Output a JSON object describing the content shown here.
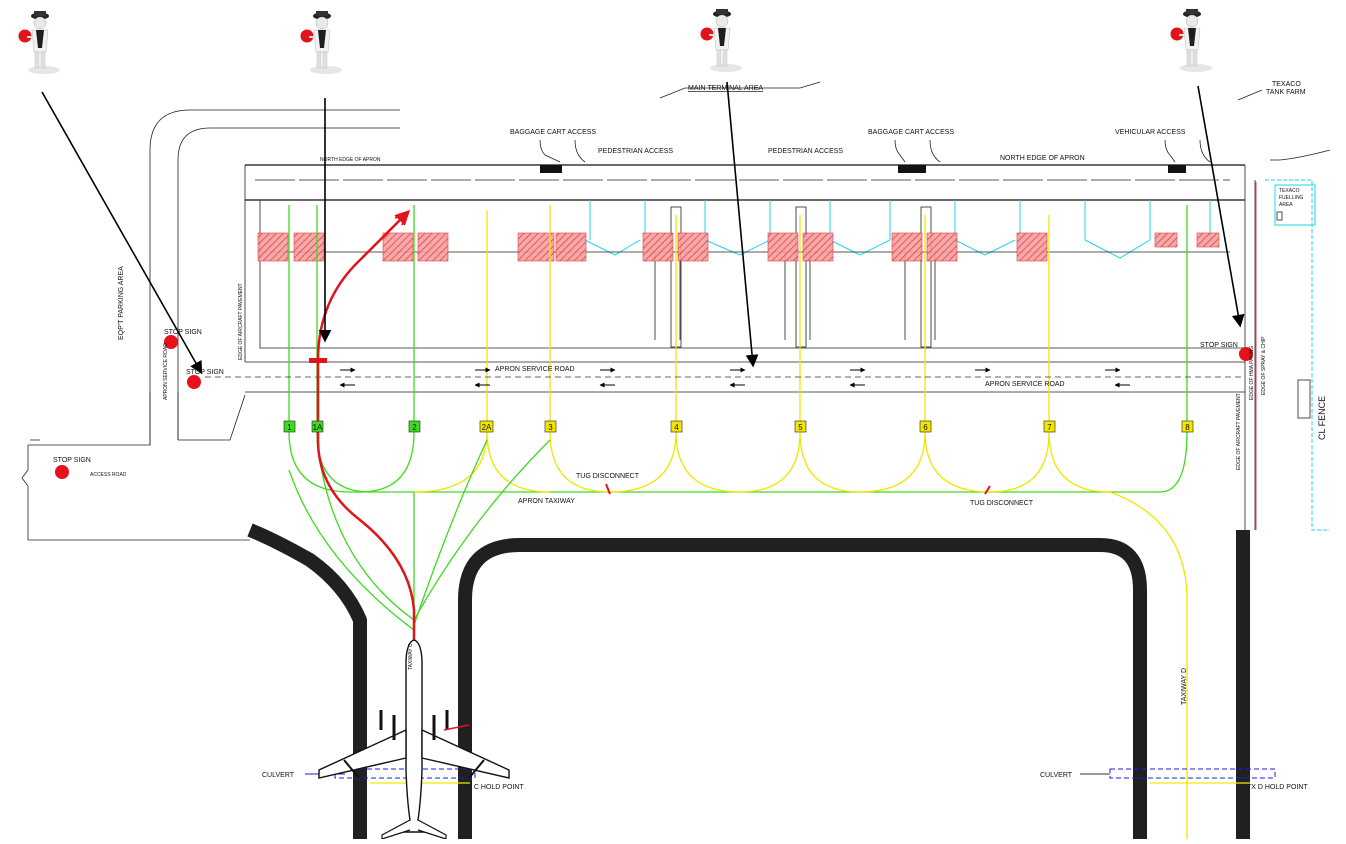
{
  "labels": {
    "main_terminal": "MAIN TERMINAL AREA",
    "texaco_tank_farm_1": "TEXACO",
    "texaco_tank_farm_2": "TANK FARM",
    "baggage_cart_access_1": "BAGGAGE CART ACCESS",
    "baggage_cart_access_2": "BAGGAGE CART ACCESS",
    "pedestrian_access_1": "PEDESTRIAN ACCESS",
    "pedestrian_access_2": "PEDESTRIAN ACCESS",
    "vehicular_access": "VEHICULAR ACCESS",
    "north_edge_apron_1": "NORTH EDGE OF APRON",
    "north_edge_apron_2": "NORTH EDGE OF APRON",
    "texaco_fuelling_1": "TEXACO",
    "texaco_fuelling_2": "FUELLING",
    "texaco_fuelling_3": "AREA",
    "eqpt_parking": "EQP'T PARKING AREA",
    "apron_service_road_side": "APRON SERVICE ROAD",
    "edge_aircraft_pavement_left": "EDGE OF AIRCRAFT PAVEMENT",
    "edge_aircraft_pavement_right": "EDGE OF AIRCRAFT PAVEMENT",
    "edge_of_hma_paving": "EDGE OF HMA PAVING",
    "edge_of_spray_chip": "EDGE OF SPRAY & CHIP",
    "stop_sign_1": "STOP SIGN",
    "stop_sign_2": "STOP SIGN",
    "stop_sign_3": "STOP SIGN",
    "stop_sign_4": "STOP SIGN",
    "access_road": "ACCESS ROAD",
    "apron_service_road_1": "APRON SERVICE ROAD",
    "apron_service_road_2": "APRON SERVICE ROAD",
    "tug_disconnect_1": "TUG DISCONNECT",
    "tug_disconnect_2": "TUG DISCONNECT",
    "apron_taxiway": "APRON TAXIWAY",
    "cl_fence": "CL FENCE",
    "taxiway_c": "TAXIWAY C",
    "taxiway_d": "TAXIWAY D",
    "culvert_1": "CULVERT",
    "culvert_2": "CULVERT",
    "tx_c_hold": "TX C HOLD POINT",
    "tx_d_hold": "TX D HOLD POINT"
  },
  "stands": [
    {
      "label": "1",
      "color": "#3ddc1f"
    },
    {
      "label": "1A",
      "color": "#3ddc1f"
    },
    {
      "label": "2",
      "color": "#3ddc1f"
    },
    {
      "label": "2A",
      "color": "#f2e600"
    },
    {
      "label": "3",
      "color": "#f2e600"
    },
    {
      "label": "4",
      "color": "#f2e600"
    },
    {
      "label": "5",
      "color": "#f2e600"
    },
    {
      "label": "6",
      "color": "#f2e600"
    },
    {
      "label": "7",
      "color": "#f2e600"
    },
    {
      "label": "8",
      "color": "#f2e600"
    }
  ],
  "colors": {
    "taxilane_green": "#3ddc1f",
    "taxilane_yellow": "#f2e600",
    "route_red": "#e0141a",
    "stop_sign_red": "#e8101a",
    "fuel_cyan": "#22d4e8",
    "culvert_blue": "#1c1cdc"
  },
  "icons": [
    "marshaller-icon",
    "stop-sign-icon",
    "aircraft-icon"
  ]
}
